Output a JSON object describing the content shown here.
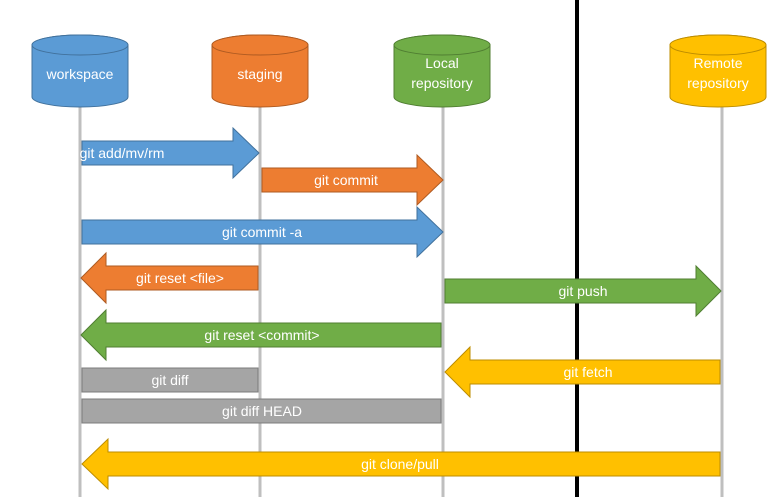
{
  "nodes": {
    "workspace": {
      "label": "workspace",
      "fill": "#5B9BD5",
      "stroke": "#41719C"
    },
    "staging": {
      "label": "staging",
      "fill": "#ED7D31",
      "stroke": "#AE5A21"
    },
    "local": {
      "label_line1": "Local",
      "label_line2": "repository",
      "fill": "#70AD47",
      "stroke": "#507E32"
    },
    "remote": {
      "label_line1": "Remote",
      "label_line2": "repository",
      "fill": "#FFC000",
      "stroke": "#BC8C00"
    }
  },
  "commands": {
    "git_add": "git add/mv/rm",
    "git_commit": "git commit",
    "git_commit_a": "git commit -a",
    "git_reset_file": "git reset <file>",
    "git_push": "git push",
    "git_reset_commit": "git reset <commit>",
    "git_fetch": "git fetch",
    "git_diff": "git diff",
    "git_diff_head": "git diff HEAD",
    "git_clone_pull": "git clone/pull"
  },
  "colors": {
    "blue": "#5B9BD5",
    "orange": "#ED7D31",
    "green": "#70AD47",
    "yellow": "#FFC000",
    "gray": "#A5A5A5",
    "lifeline": "#BFBFBF",
    "divider": "#000000"
  }
}
